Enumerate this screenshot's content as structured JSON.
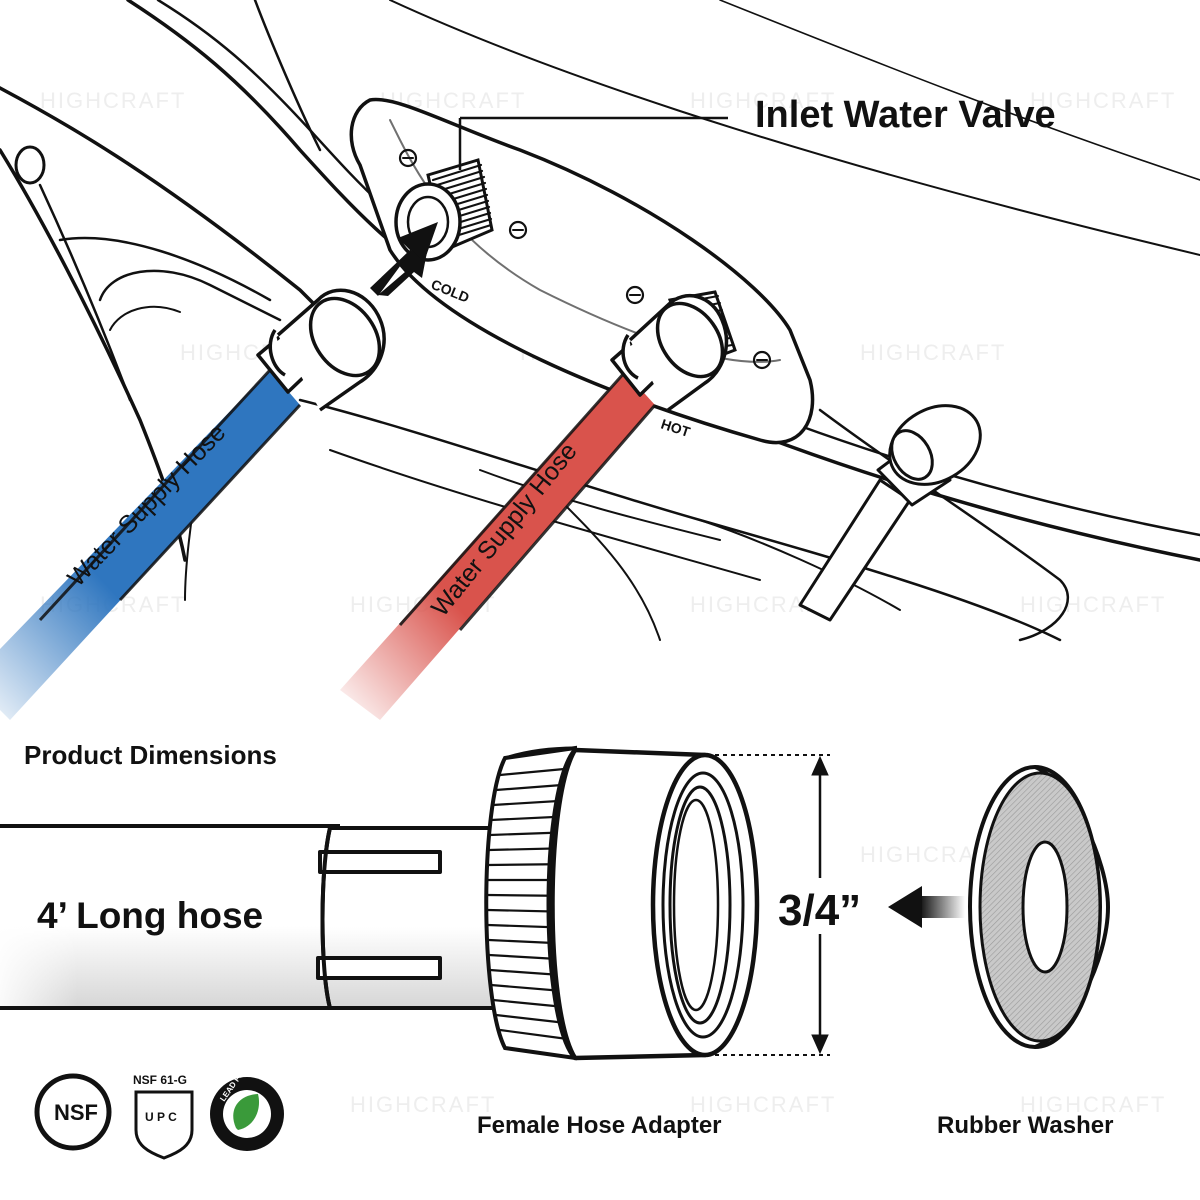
{
  "labels": {
    "inlet_valve": "Inlet Water Valve",
    "cold": "COLD",
    "hot": "HOT",
    "cold_hose": "Water Supply Hose",
    "hot_hose": "Water Supply Hose",
    "dimensions_heading": "Product Dimensions",
    "hose_length": "4’ Long hose",
    "thread_size": "3/4”",
    "adapter": "Female Hose Adapter",
    "washer": "Rubber Washer"
  },
  "badges": {
    "nsf": "NSF",
    "nsf_61g": "NSF 61-G",
    "upc": "U P C",
    "lead_free": "LEAD FREE"
  },
  "watermark": "HIGHCRAFT",
  "colors": {
    "cold_hose": "#2f76bf",
    "hot_hose": "#d9534c",
    "leaf": "#3a9a3a"
  }
}
